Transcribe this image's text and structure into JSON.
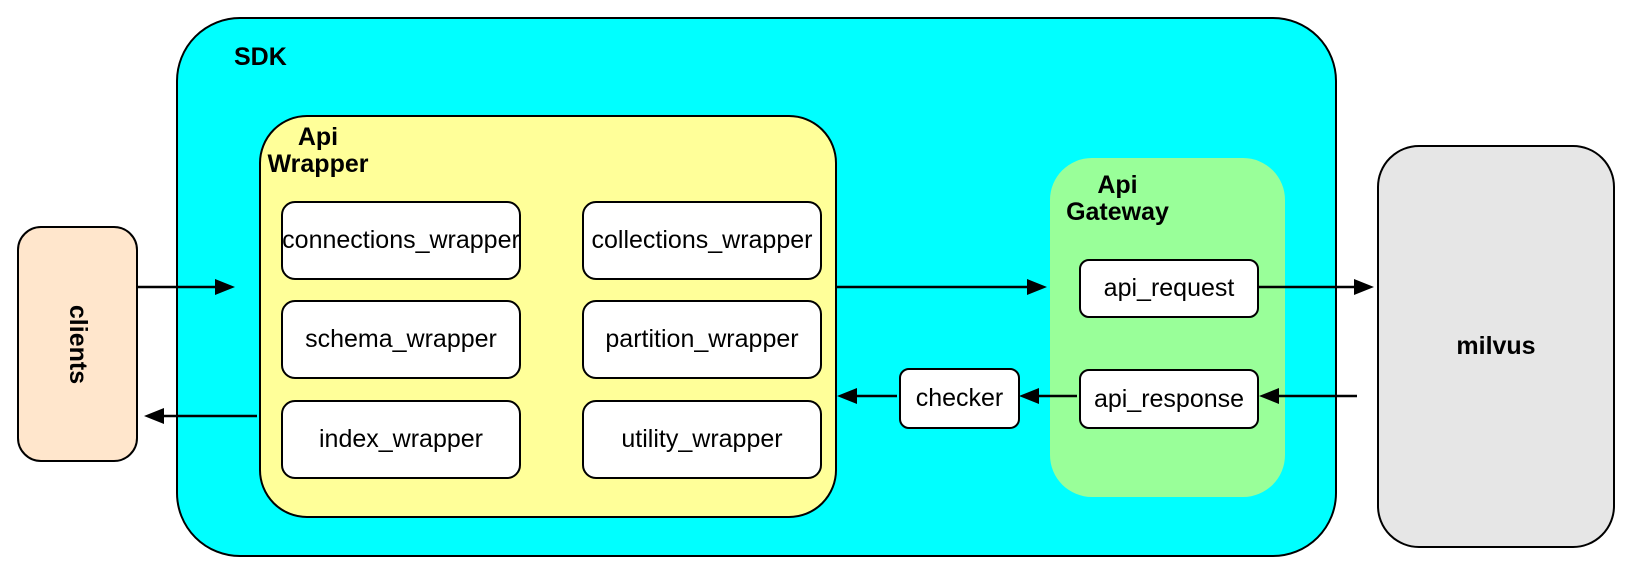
{
  "diagram": {
    "clients": {
      "label": "clients"
    },
    "sdk": {
      "label": "SDK",
      "api_wrapper": {
        "label_line1": "Api",
        "label_line2": "Wrapper",
        "modules": [
          "connections_wrapper",
          "collections_wrapper",
          "schema_wrapper",
          "partition_wrapper",
          "index_wrapper",
          "utility_wrapper"
        ]
      },
      "checker": {
        "label": "checker"
      },
      "api_gateway": {
        "label_line1": "Api",
        "label_line2": "Gateway",
        "request_label": "api_request",
        "response_label": "api_response"
      }
    },
    "milvus": {
      "label": "milvus"
    },
    "edges": [
      {
        "from": "clients",
        "to": "sdk"
      },
      {
        "from": "api_wrapper",
        "to": "api_gateway"
      },
      {
        "from": "api_request",
        "to": "milvus"
      },
      {
        "from": "milvus",
        "to": "api_response"
      },
      {
        "from": "api_response",
        "to": "checker"
      },
      {
        "from": "checker",
        "to": "api_wrapper"
      },
      {
        "from": "api_wrapper",
        "to": "clients"
      }
    ]
  },
  "colors": {
    "background": "#FFFFFF",
    "sdk_fill": "#00FFFF",
    "api_wrapper_fill": "#FFFF99",
    "api_gateway_fill": "#99FF99",
    "clients_fill": "#FFE6CC",
    "milvus_fill": "#E6E6E6",
    "node_fill": "#FFFFFF",
    "border": "#000000",
    "arrow": "#000000"
  }
}
